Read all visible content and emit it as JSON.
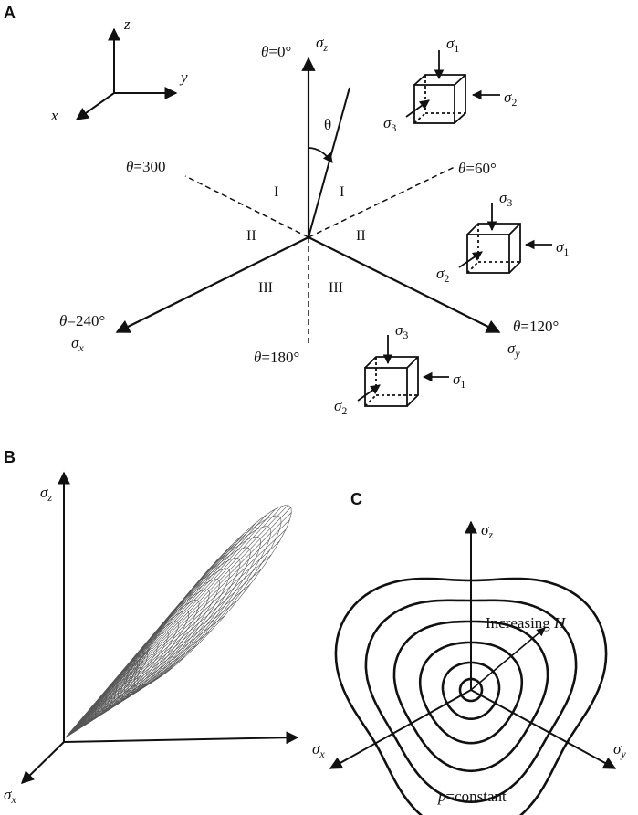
{
  "panels": {
    "a": "A",
    "b": "B",
    "c": "C"
  },
  "axes_small": {
    "z": "z",
    "y": "y",
    "x": "x"
  },
  "panel_a": {
    "theta_symbol": "θ",
    "theta_0": "=0°",
    "theta_60": "=60°",
    "theta_120": "=120°",
    "theta_180": "=180°",
    "theta_240": "=240°",
    "theta_300": "=300",
    "theta_plain": "θ",
    "sigma": "σ",
    "sub_z": "z",
    "sub_x": "x",
    "sub_y": "y",
    "sub_1": "1",
    "sub_2": "2",
    "sub_3": "3",
    "region_I": "I",
    "region_II": "II",
    "region_III": "III"
  },
  "panel_c": {
    "increasing": "Increasing ",
    "H": "H",
    "p": "p",
    "constant": "=constant"
  }
}
